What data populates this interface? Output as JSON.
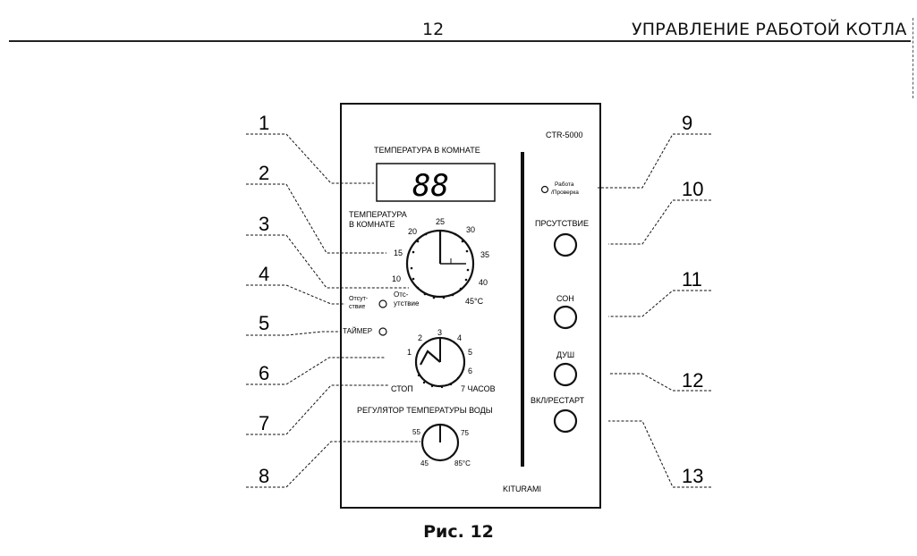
{
  "header": {
    "page_number": "12",
    "title": "УПРАВЛЕНИЕ РАБОТОЙ КОТЛА"
  },
  "figure": {
    "caption": "Рис. 12",
    "callouts": [
      "1",
      "2",
      "3",
      "4",
      "5",
      "6",
      "7",
      "8",
      "9",
      "10",
      "11",
      "12",
      "13"
    ]
  },
  "panel": {
    "model": "CTR-5000",
    "brand": "KITURAMI",
    "display": {
      "label": "ТЕМПЕРАТУРА В КОМНАТЕ",
      "value": "88"
    },
    "room_dial": {
      "label_line1": "ТЕМПЕРАТУРА",
      "label_line2": "В КОМНАТЕ",
      "ticks": [
        "10",
        "15",
        "20",
        "25",
        "30",
        "35",
        "40"
      ],
      "end_label": "45°C",
      "away_label_line1": "Отс-",
      "away_label_line2": "утствие"
    },
    "absence_led": {
      "label_line1": "Отсут-",
      "label_line2": "ствие"
    },
    "timer": {
      "label": "ТАЙМЕР",
      "ticks": [
        "1",
        "2",
        "3",
        "4",
        "5",
        "6"
      ],
      "stop_label": "СТОП",
      "end_label": "7 ЧАСОВ"
    },
    "water_dial": {
      "label": "РЕГУЛЯТОР ТЕМПЕРАТУРЫ ВОДЫ",
      "ticks": [
        "45",
        "55",
        "75"
      ],
      "end_label": "85°C"
    },
    "status_led": {
      "label_line1": "Работа",
      "label_line2": "/Проверка"
    },
    "buttons": [
      {
        "label": "ПРСУТСТВИЕ"
      },
      {
        "label": "СОН"
      },
      {
        "label": "ДУШ"
      },
      {
        "label": "ВКЛ/РЕСТАРТ"
      }
    ]
  }
}
